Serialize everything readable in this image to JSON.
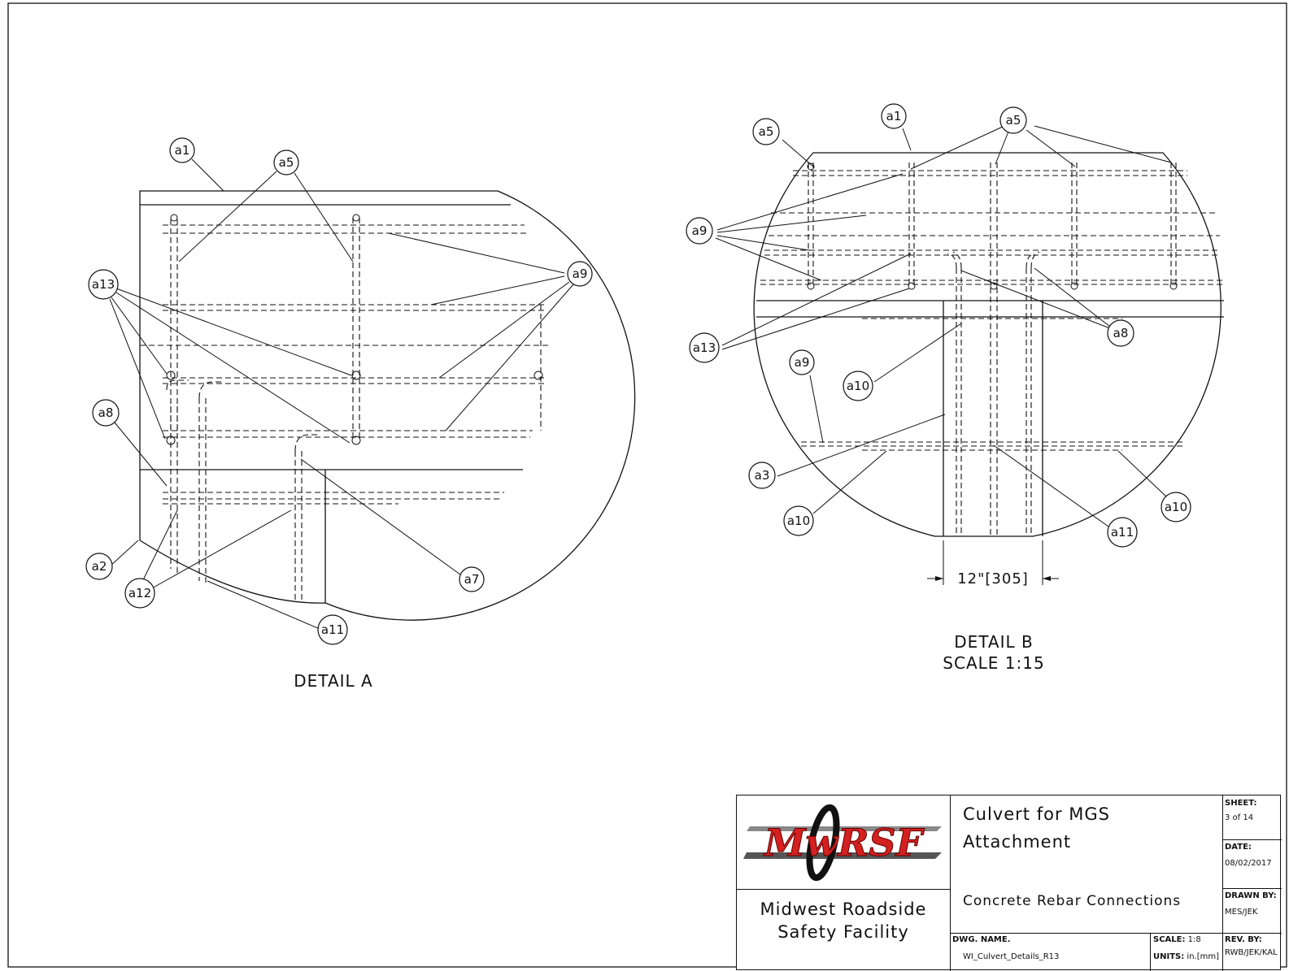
{
  "callouts": {
    "a1": "a1",
    "a2": "a2",
    "a3": "a3",
    "a5": "a5",
    "a7": "a7",
    "a8": "a8",
    "a9": "a9",
    "a10": "a10",
    "a11": "a11",
    "a12": "a12",
    "a13": "a13"
  },
  "detail_a": {
    "caption": "DETAIL  A"
  },
  "detail_b": {
    "caption": "DETAIL  B",
    "scale": "SCALE  1:15",
    "dimension": "12\"[305]"
  },
  "title_block": {
    "logo_text": "MwRSF",
    "org_line1": "Midwest  Roadside",
    "org_line2": "Safety  Facility",
    "title_line1": "Culvert  for  MGS",
    "title_line2": "Attachment",
    "subtitle": "Concrete  Rebar  Connections",
    "dwg_name_label": "DWG.  NAME.",
    "dwg_name": "WI_Culvert_Details_R13",
    "scale_label": "SCALE:",
    "scale_value": "1:8",
    "units_label": "UNITS:",
    "units_value": "in.[mm]",
    "sheet_label": "SHEET:",
    "sheet_value": "3 of 14",
    "date_label": "DATE:",
    "date_value": "08/02/2017",
    "drawn_by_label": "DRAWN  BY:",
    "drawn_by_value": "MES/JEK",
    "rev_by_label": "REV.  BY:",
    "rev_by_value": "RWB/JEK/KAL"
  },
  "colors": {
    "logo_red": "#d42020",
    "ink": "#111111"
  }
}
